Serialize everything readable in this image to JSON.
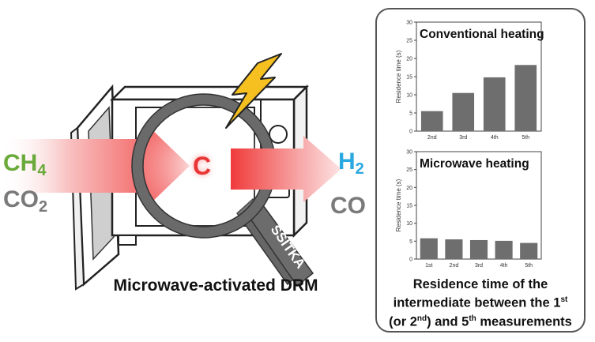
{
  "diagram": {
    "reactant_1": "CH",
    "reactant_1_sub": "4",
    "reactant_2": "CO",
    "reactant_2_sub": "2",
    "product_1": "H",
    "product_1_sub": "2",
    "product_2": "CO",
    "center_label": "C",
    "probe_label": "SSITKA",
    "caption": "Microwave-activated DRM",
    "summary_line_1_a": "Residence time of the",
    "summary_line_2_a": "intermediate between the 1",
    "summary_line_2_sup": "st",
    "summary_line_3_a": "(or 2",
    "summary_line_3_sup": "nd",
    "summary_line_3_b": ") and 5",
    "summary_line_3_sup2": "th",
    "summary_line_3_c": " measurements",
    "colors": {
      "methane": "#6aaa3a",
      "carbon_dioxide": "#7a7a7a",
      "hydrogen": "#2aa8e0",
      "carbon": "#e83535",
      "bar": "#6e6e6e"
    }
  },
  "chart_data": [
    {
      "type": "bar",
      "title": "Conventional heating",
      "ylabel": "Residence time (s)",
      "xlabel": "",
      "categories": [
        "2nd",
        "3rd",
        "4th",
        "5th"
      ],
      "values": [
        5.5,
        10.5,
        14.8,
        18.2
      ],
      "ylim": [
        0,
        30
      ],
      "yticks": [
        "0",
        "5",
        "10",
        "15",
        "20",
        "25",
        "30"
      ],
      "grid": false
    },
    {
      "type": "bar",
      "title": "Microwave heating",
      "ylabel": "Residence time (s)",
      "xlabel": "",
      "categories": [
        "1st",
        "2nd",
        "3rd",
        "4th",
        "5th"
      ],
      "values": [
        5.8,
        5.5,
        5.3,
        5.1,
        4.5
      ],
      "ylim": [
        0,
        30
      ],
      "yticks": [
        "0",
        "5",
        "10",
        "15",
        "20",
        "25",
        "30"
      ],
      "grid": false
    }
  ]
}
